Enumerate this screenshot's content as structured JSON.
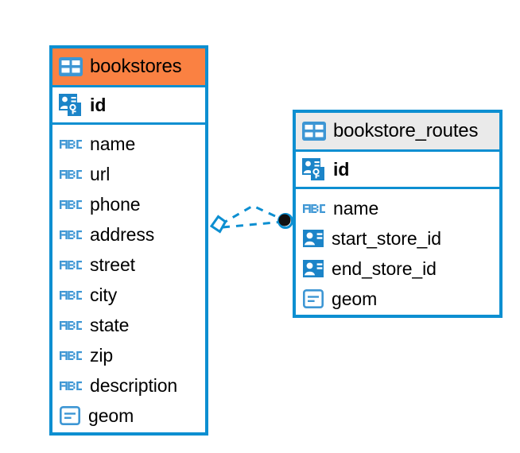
{
  "diagram": {
    "type": "entity-relationship-diagram",
    "background": "#ffffff",
    "accent_color": "#0d8fd1",
    "highlight_color": "#fa8142",
    "neutral_header_color": "#eaeaea"
  },
  "entities": [
    {
      "name": "bookstores",
      "header_style": "orange",
      "header_icon": "table-icon",
      "primary_key": {
        "label": "id",
        "icon": "primary-key-icon"
      },
      "fields": [
        {
          "label": "name",
          "icon": "text-type-icon"
        },
        {
          "label": "url",
          "icon": "text-type-icon"
        },
        {
          "label": "phone",
          "icon": "text-type-icon"
        },
        {
          "label": "address",
          "icon": "text-type-icon"
        },
        {
          "label": "street",
          "icon": "text-type-icon"
        },
        {
          "label": "city",
          "icon": "text-type-icon"
        },
        {
          "label": "state",
          "icon": "text-type-icon"
        },
        {
          "label": "zip",
          "icon": "text-type-icon"
        },
        {
          "label": "description",
          "icon": "text-type-icon"
        },
        {
          "label": "geom",
          "icon": "geometry-type-icon"
        }
      ]
    },
    {
      "name": "bookstore_routes",
      "header_style": "gray",
      "header_icon": "table-icon",
      "primary_key": {
        "label": "id",
        "icon": "primary-key-icon"
      },
      "fields": [
        {
          "label": "name",
          "icon": "text-type-icon"
        },
        {
          "label": "start_store_id",
          "icon": "foreign-key-icon"
        },
        {
          "label": "end_store_id",
          "icon": "foreign-key-icon"
        },
        {
          "label": "geom",
          "icon": "geometry-type-icon"
        }
      ]
    }
  ],
  "relationship": {
    "from_entity": "bookstores",
    "to_entity": "bookstore_routes",
    "source_marker": "diamond-marker",
    "target_marker": "filled-dot-marker",
    "line_style": "dashed",
    "line_color": "#0d8fd1",
    "branch_count": 2
  }
}
